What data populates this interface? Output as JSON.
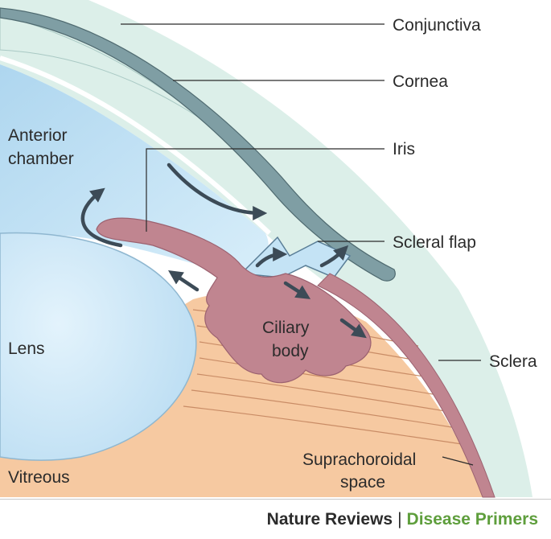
{
  "labels": {
    "conjunctiva": "Conjunctiva",
    "cornea": "Cornea",
    "iris": "Iris",
    "scleral_flap": "Scleral flap",
    "sclera": "Sclera",
    "anterior_chamber_line1": "Anterior",
    "anterior_chamber_line2": "chamber",
    "lens": "Lens",
    "ciliary_body_line1": "Ciliary",
    "ciliary_body_line2": "body",
    "suprachoroidal_line1": "Suprachoroidal",
    "suprachoroidal_line2": "space",
    "vitreous": "Vitreous"
  },
  "credit": {
    "publisher": "Nature Reviews",
    "separator": "|",
    "series": "Disease Primers"
  },
  "colors": {
    "conjunctiva": "#7f9ea4",
    "cornea": "#dcefe9",
    "anterior_chamber": "#c4e3f5",
    "lens": "#cfe8f8",
    "iris_ciliary": "#c08590",
    "vitreous": "#f6c9a1",
    "flow_arrows": "#3c4b57",
    "credit_accent": "#5e9e3c"
  }
}
